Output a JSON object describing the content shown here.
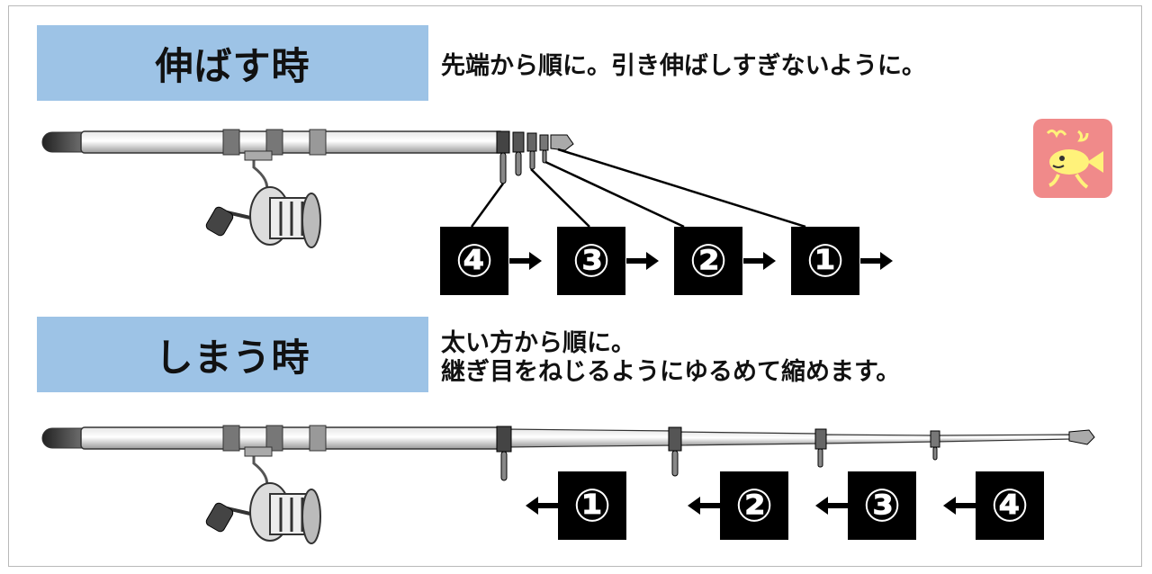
{
  "extend": {
    "heading": "伸ばす時",
    "instruction": "先端から順に。引き伸ばしすぎないように。",
    "steps": [
      {
        "label": "④"
      },
      {
        "label": "③"
      },
      {
        "label": "②"
      },
      {
        "label": "①"
      }
    ]
  },
  "retract": {
    "heading": "しまう時",
    "instruction_line1": "太い方から順に。",
    "instruction_line2": "継ぎ目をねじるようにゆるめて縮めます。",
    "steps": [
      {
        "label": "①"
      },
      {
        "label": "②"
      },
      {
        "label": "③"
      },
      {
        "label": "④"
      }
    ]
  },
  "colors": {
    "heading_bg": "#9dc3e6",
    "badge_bg": "#000000",
    "badge_text": "#ffffff",
    "mascot_bg": "#f08a8a",
    "mascot_fish": "#fff27a"
  },
  "icons": {
    "rod": "fishing-rod-illustration",
    "reel": "spinning-reel-illustration",
    "mascot": "fish-mascot-stamp"
  }
}
